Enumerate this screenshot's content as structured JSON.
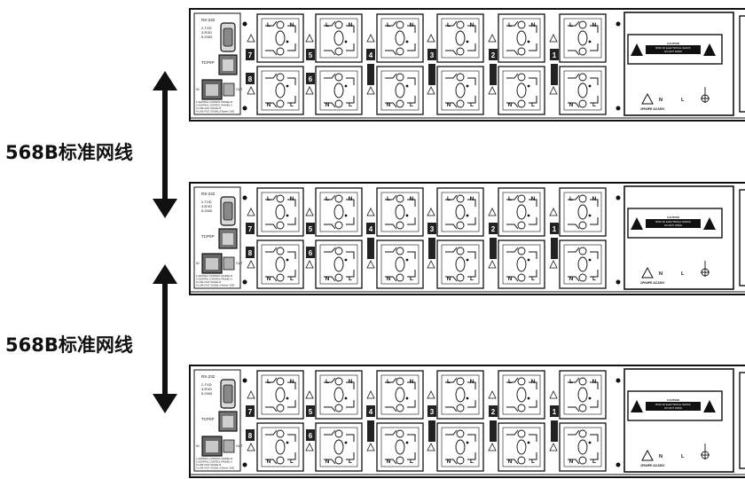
{
  "cable_labels": [
    "568B标准网线",
    "568B标准网线"
  ],
  "panel_text": {
    "serial_port": "RS-232",
    "serial_pins": [
      "2-TXD",
      "3-RXD",
      "5-GND"
    ],
    "network_port": "TCP/IP",
    "in_label": "IN",
    "out_label": "OUT",
    "notes": [
      "1-CENTRAL CONTROL PANNEL B",
      "2-CENTRAL CONTROL PANNEL A",
      "3-LOW-VOLT SIGNAL B",
      "4-LOW-VOLT SIGNAL A  Ethnet: GND"
    ],
    "socket_n": "N",
    "socket_l": "L",
    "caution_title": "CAUTION",
    "caution_lines": [
      "RISK OF ELECTRICAL SHOCK",
      "DO NOT OPEN"
    ],
    "power_terminal_labels": [
      "N",
      "L"
    ],
    "power_rating": "1P/N/PE  AC230V"
  },
  "channel_numbers": {
    "upper_row": [
      "7",
      "5",
      "4",
      "3",
      "2",
      "1"
    ],
    "lower_row": [
      "8",
      "6"
    ]
  },
  "units": [
    {
      "name": "unit-1"
    },
    {
      "name": "unit-2"
    },
    {
      "name": "unit-3"
    }
  ],
  "colors": {
    "line": "#111111",
    "panel_fill": "#ffffff",
    "badge_fill": "#222222",
    "arrow_fill": "#111111"
  }
}
